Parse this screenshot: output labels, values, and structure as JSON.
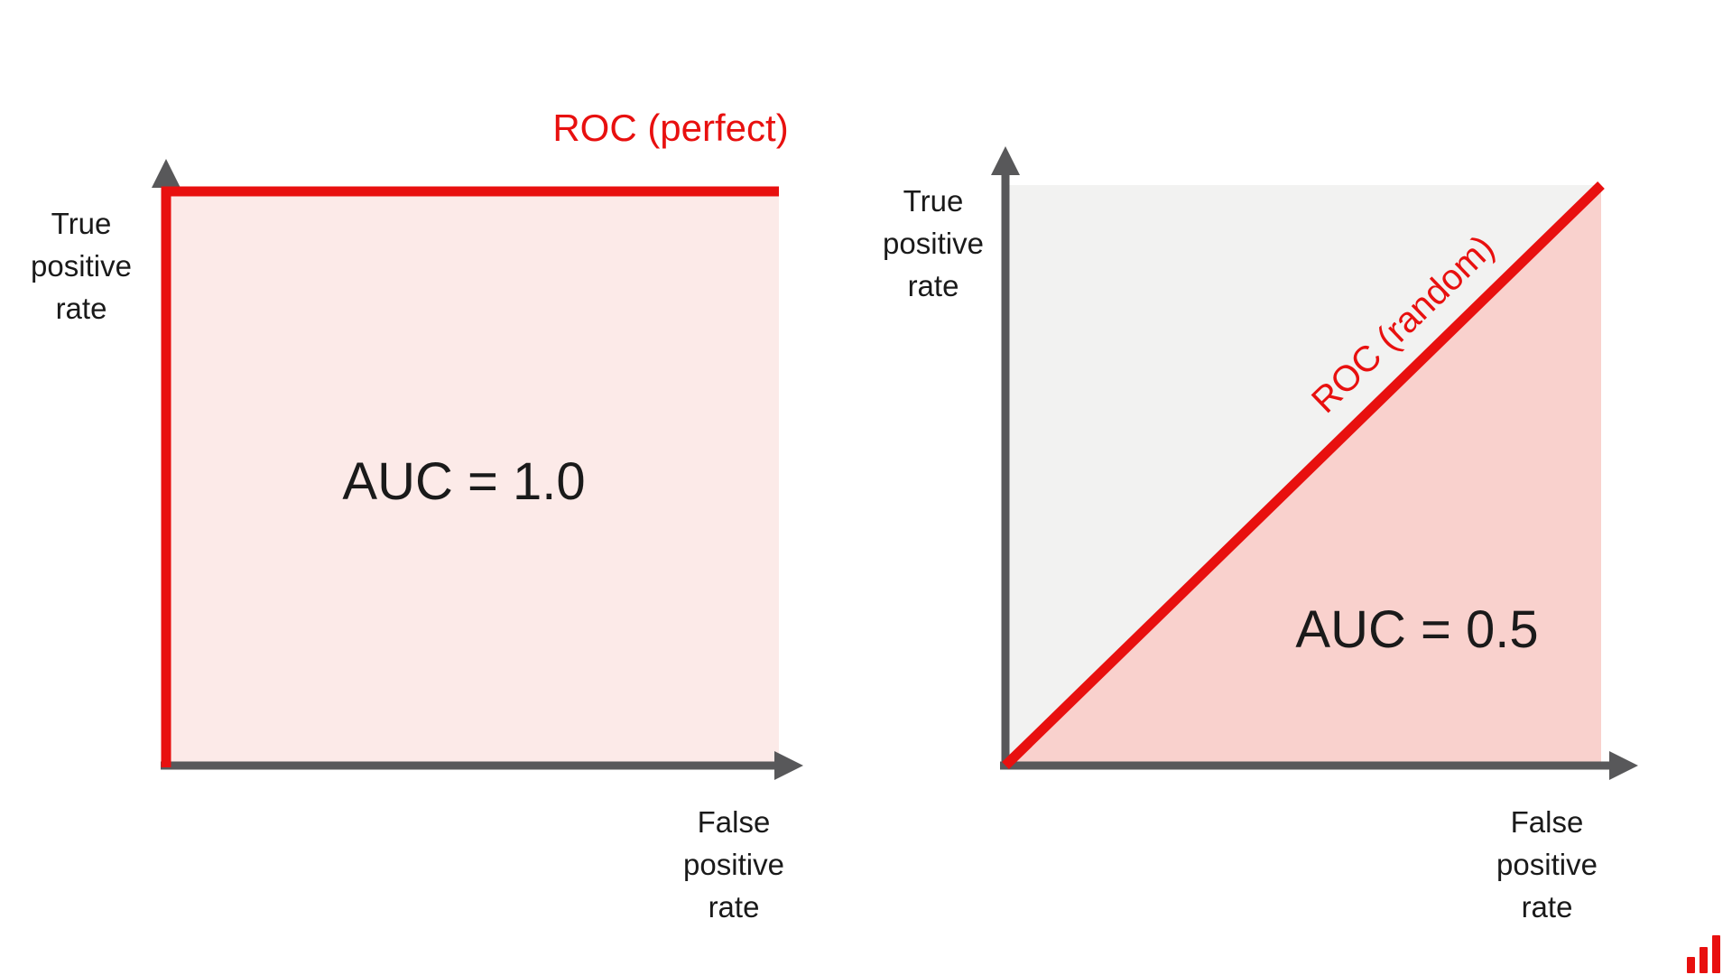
{
  "page": {
    "background": "#ffffff"
  },
  "colors": {
    "axis_gray": "#58585a",
    "roc_red": "#e8100f",
    "pink_light": "#fceae8",
    "pink": "#f9d1cd",
    "gray_fill": "#f2f2f1",
    "text_dark": "#1a1a1a"
  },
  "left_chart": {
    "title": "ROC (perfect)",
    "y_axis_label": "True\npositive\nrate",
    "x_axis_label": "False\npositive\nrate",
    "auc_label": "AUC = 1.0"
  },
  "right_chart": {
    "title": "ROC (random)",
    "y_axis_label": "True\npositive\nrate",
    "x_axis_label": "False\npositive\nrate",
    "auc_label": "AUC = 0.5"
  },
  "logo": {
    "icon": "bar-chart-logo"
  },
  "chart_data": [
    {
      "type": "line",
      "title": "ROC (perfect)",
      "xlabel": "False positive rate",
      "ylabel": "True positive rate",
      "xlim": [
        0,
        1
      ],
      "ylim": [
        0,
        1
      ],
      "grid": false,
      "legend": "none",
      "series": [
        {
          "name": "ROC (perfect)",
          "points": [
            [
              0,
              0
            ],
            [
              0,
              1
            ],
            [
              1,
              1
            ]
          ]
        }
      ],
      "area_label": "AUC = 1.0",
      "auc": 1.0
    },
    {
      "type": "line",
      "title": "ROC (random)",
      "xlabel": "False positive rate",
      "ylabel": "True positive rate",
      "xlim": [
        0,
        1
      ],
      "ylim": [
        0,
        1
      ],
      "grid": false,
      "legend": "none",
      "series": [
        {
          "name": "ROC (random)",
          "points": [
            [
              0,
              0
            ],
            [
              1,
              1
            ]
          ]
        }
      ],
      "area_label": "AUC = 0.5",
      "auc": 0.5
    }
  ]
}
